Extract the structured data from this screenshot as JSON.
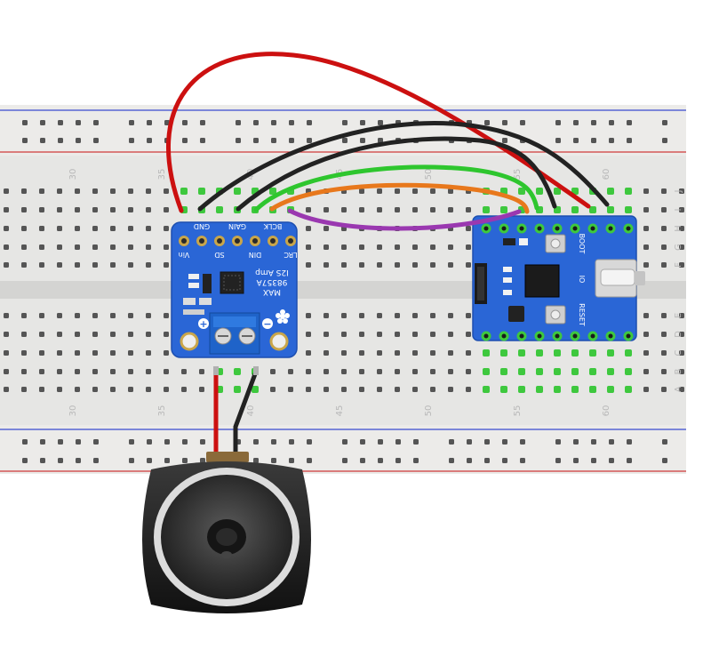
{
  "breadboard": {
    "column_numbers": [
      "30",
      "35",
      "40",
      "45",
      "50",
      "55",
      "60"
    ],
    "row_letters_top": [
      "J",
      "I",
      "H",
      "G",
      "F"
    ],
    "row_letters_bottom": [
      "E",
      "D",
      "C",
      "B",
      "A"
    ]
  },
  "amplifier": {
    "name_lines": [
      "MAX",
      "98357A",
      "I2S Amp"
    ],
    "pin_labels": [
      "Vin",
      "GND",
      "SD",
      "GAIN",
      "DIN",
      "BCLK",
      "LRC"
    ],
    "terminal_plus": "+",
    "terminal_minus": "−"
  },
  "mcu_board": {
    "labels": [
      "BOOT",
      "IO",
      "RESET"
    ]
  },
  "speaker": {
    "icon": "speaker-icon"
  },
  "colors": {
    "board_blue": "#2a66d6",
    "wire_red": "#cc1010",
    "wire_black": "#222222",
    "wire_green": "#2ec62e",
    "wire_orange": "#e8781c",
    "wire_purple": "#9a38b0",
    "rail_red": "#d03a3a",
    "rail_blue": "#3a4ad0"
  }
}
